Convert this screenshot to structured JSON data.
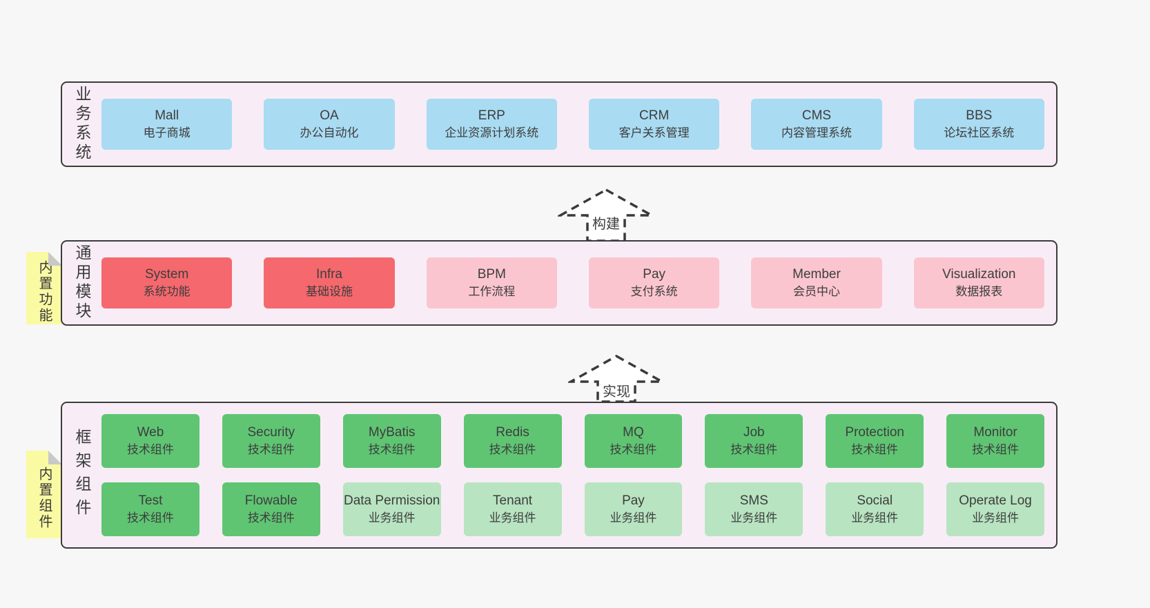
{
  "colors": {
    "page_bg": "#f7f7f7",
    "band_bg": "#f8edf6",
    "band_border": "#3b3b3b",
    "blue_box": "#a9dbf2",
    "red_box": "#f5686d",
    "pink_box": "#fbc5cf",
    "green_box": "#5fc573",
    "light_green_box": "#b8e4c1",
    "sticky_yellow": "#fafaa3",
    "fold_gray": "#c9c9c9",
    "text": "#3d3d3d"
  },
  "arrows": [
    {
      "label": "构建"
    },
    {
      "label": "实现"
    }
  ],
  "bands": [
    {
      "label": "业务系统",
      "boxes": [
        {
          "title": "Mall",
          "subtitle": "电子商城"
        },
        {
          "title": "OA",
          "subtitle": "办公自动化"
        },
        {
          "title": "ERP",
          "subtitle": "企业资源计划系统"
        },
        {
          "title": "CRM",
          "subtitle": "客户关系管理"
        },
        {
          "title": "CMS",
          "subtitle": "内容管理系统"
        },
        {
          "title": "BBS",
          "subtitle": "论坛社区系统"
        }
      ]
    },
    {
      "label": "通用模块",
      "sticky": "内置功能",
      "boxes": [
        {
          "title": "System",
          "subtitle": "系统功能"
        },
        {
          "title": "Infra",
          "subtitle": "基础设施"
        },
        {
          "title": "BPM",
          "subtitle": "工作流程"
        },
        {
          "title": "Pay",
          "subtitle": "支付系统"
        },
        {
          "title": "Member",
          "subtitle": "会员中心"
        },
        {
          "title": "Visualization",
          "subtitle": "数据报表"
        }
      ]
    },
    {
      "label": "框架组件",
      "sticky": "内置组件",
      "rows": [
        {
          "boxes": [
            {
              "title": "Web",
              "subtitle": "技术组件"
            },
            {
              "title": "Security",
              "subtitle": "技术组件"
            },
            {
              "title": "MyBatis",
              "subtitle": "技术组件"
            },
            {
              "title": "Redis",
              "subtitle": "技术组件"
            },
            {
              "title": "MQ",
              "subtitle": "技术组件"
            },
            {
              "title": "Job",
              "subtitle": "技术组件"
            },
            {
              "title": "Protection",
              "subtitle": "技术组件"
            },
            {
              "title": "Monitor",
              "subtitle": "技术组件"
            }
          ]
        },
        {
          "boxes": [
            {
              "title": "Test",
              "subtitle": "技术组件"
            },
            {
              "title": "Flowable",
              "subtitle": "技术组件"
            },
            {
              "title": "Data Permission",
              "subtitle": "业务组件"
            },
            {
              "title": "Tenant",
              "subtitle": "业务组件"
            },
            {
              "title": "Pay",
              "subtitle": "业务组件"
            },
            {
              "title": "SMS",
              "subtitle": "业务组件"
            },
            {
              "title": "Social",
              "subtitle": "业务组件"
            },
            {
              "title": "Operate Log",
              "subtitle": "业务组件"
            }
          ]
        }
      ]
    }
  ]
}
